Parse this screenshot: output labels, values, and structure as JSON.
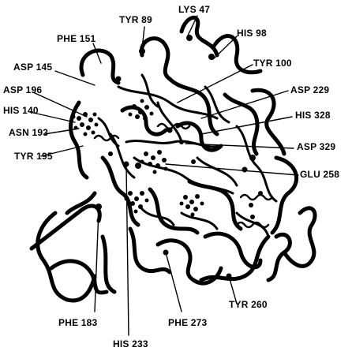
{
  "figure": {
    "colors": {
      "ink": "#000000",
      "background": "#ffffff"
    },
    "labels": {
      "tyr89": "TYR 89",
      "lys47": "LYS 47",
      "phe151": "PHE 151",
      "his98": "HIS 98",
      "asp145": "ASP 145",
      "tyr100": "TYR 100",
      "asp196": "ASP 196",
      "asp229": "ASP 229",
      "his140": "HIS 140",
      "his328": "HIS 328",
      "asn193": "ASN 193",
      "tyr195": "TYR 195",
      "asp329": "ASP 329",
      "glu258": "GLU 258",
      "tyr260": "TYR 260",
      "phe183": "PHE 183",
      "phe273": "PHE 273",
      "his233": "HIS 233"
    }
  }
}
